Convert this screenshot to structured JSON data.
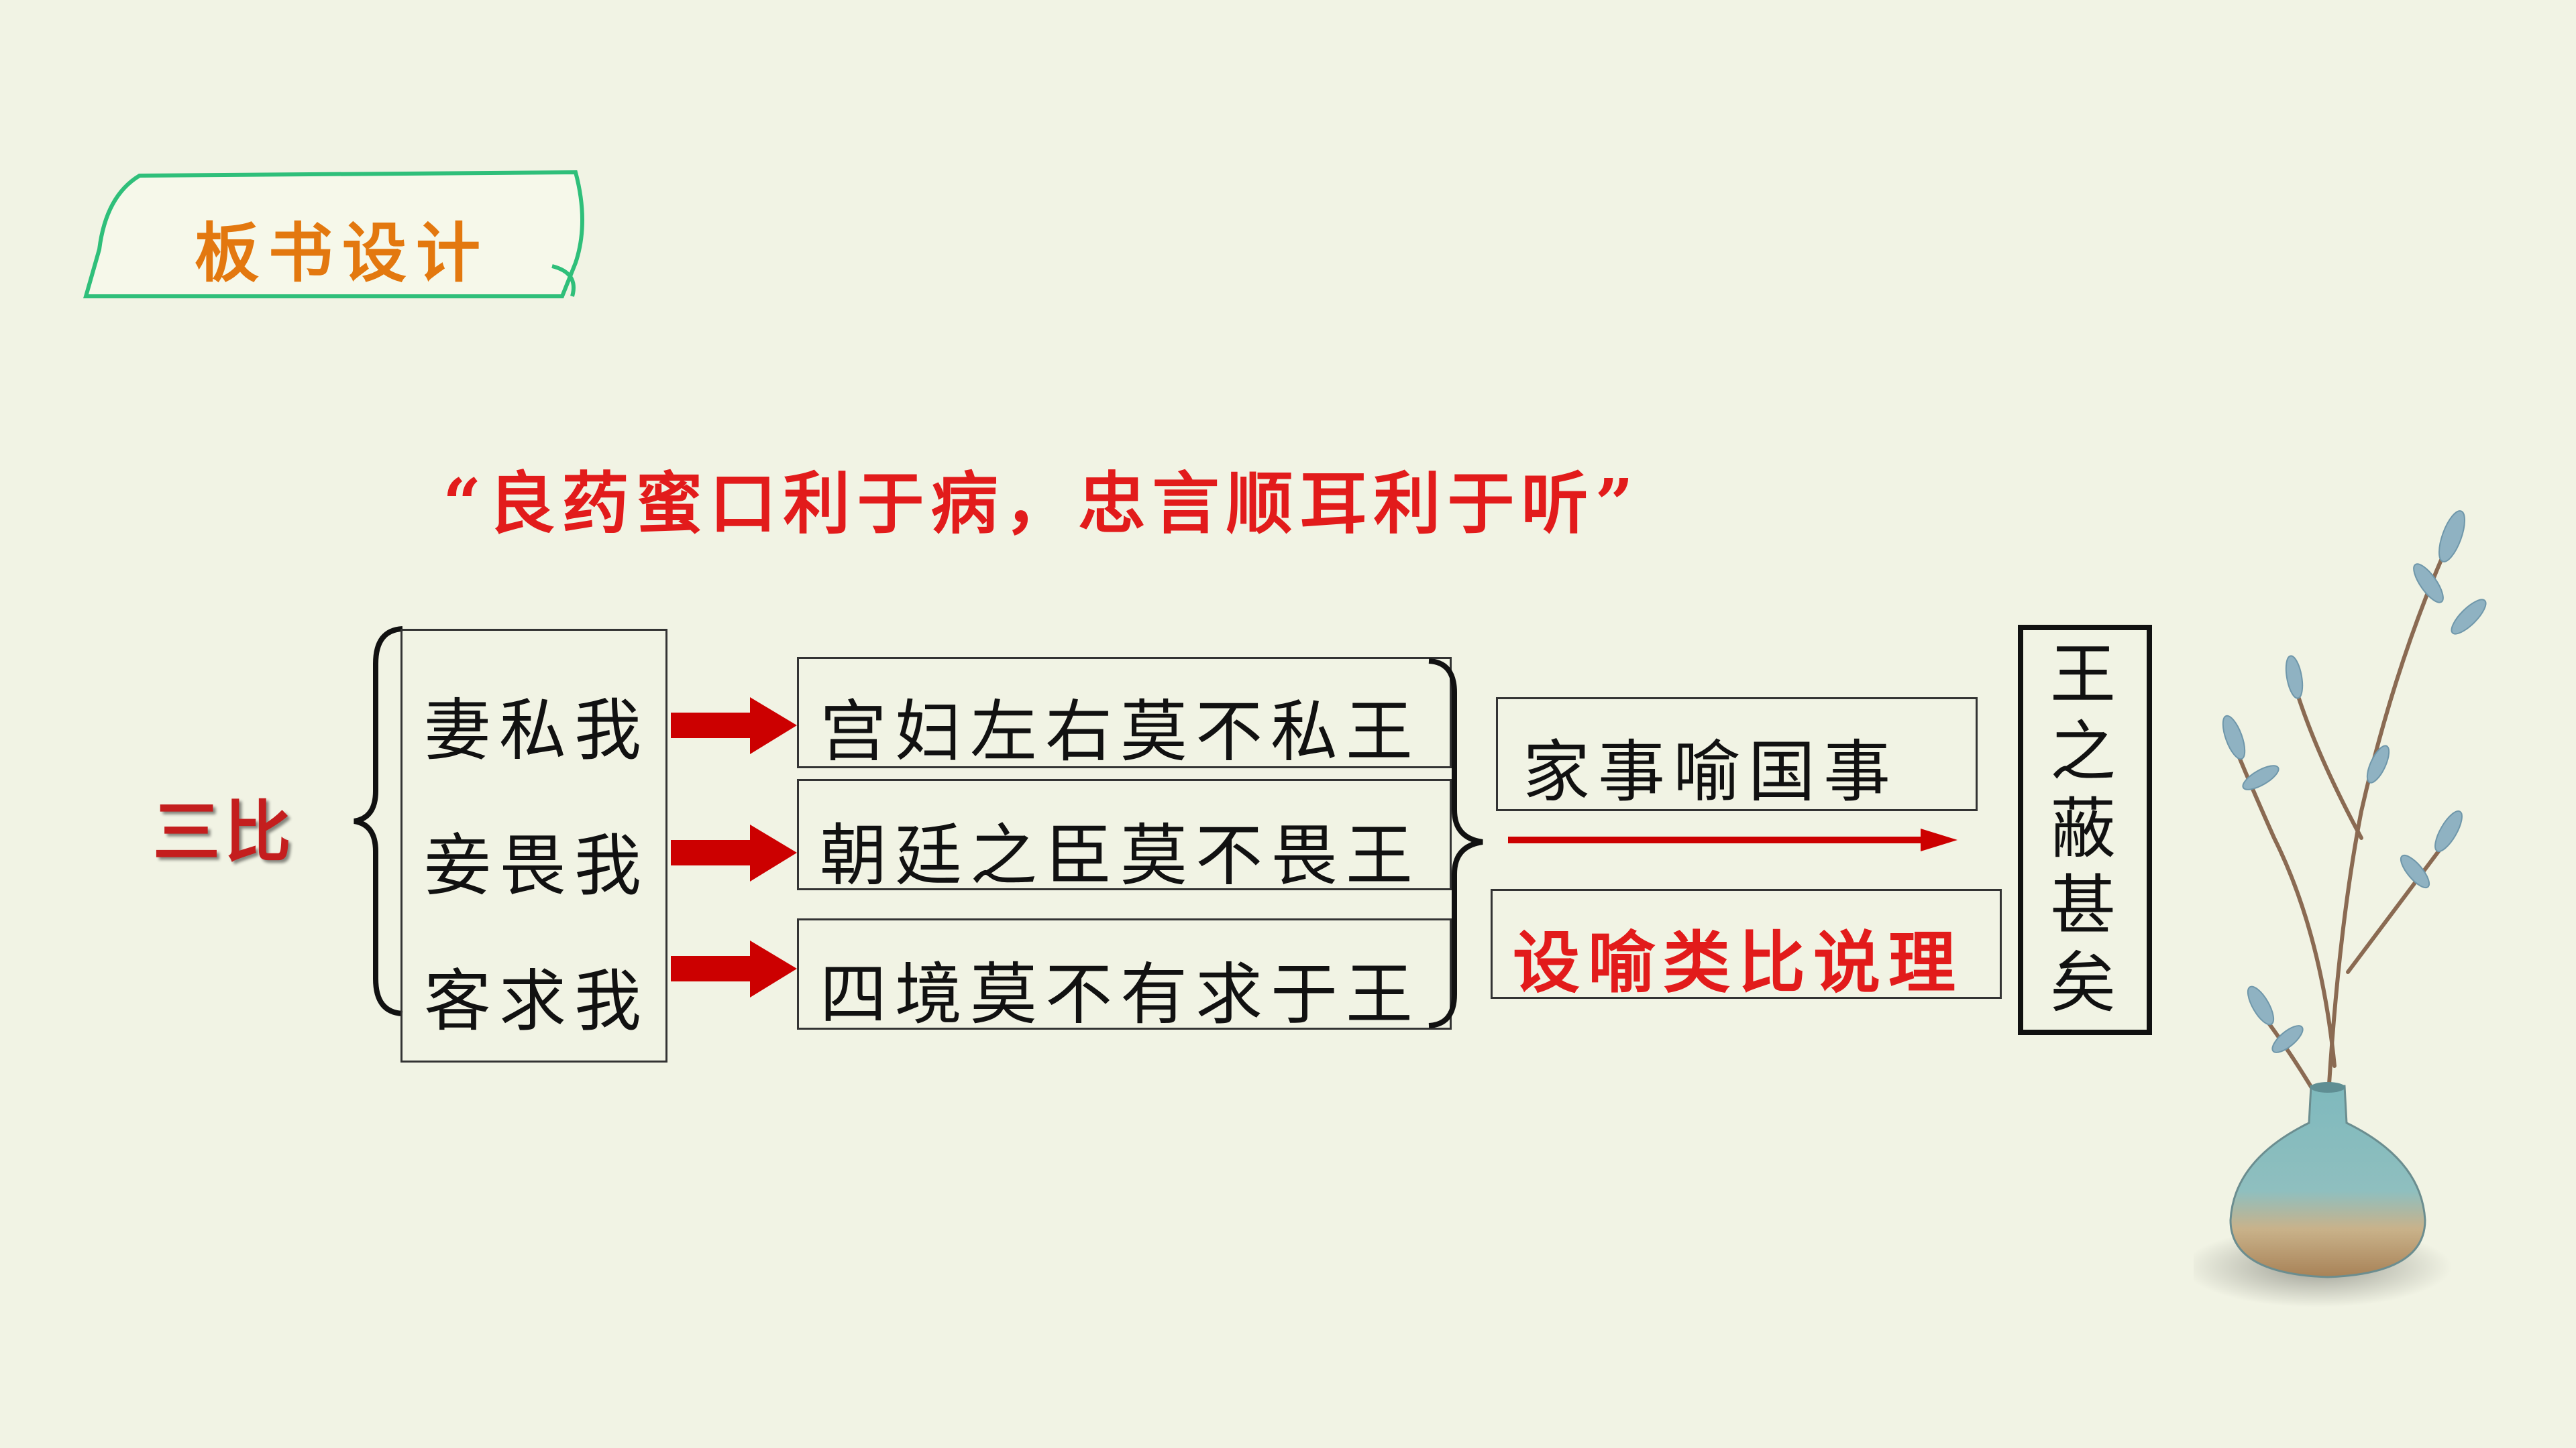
{
  "title": "板书设计",
  "quote": "“良药蜜口利于病，忠言顺耳利于听”",
  "category": "三比",
  "left_items": [
    "妻私我",
    "妾畏我",
    "客求我"
  ],
  "middle_items": [
    "宫妇左右莫不私王",
    "朝廷之臣莫不畏王",
    "四境莫不有求于王"
  ],
  "analogy_top": "家事喻国事",
  "analogy_bottom": "设喻类比说理",
  "result": [
    "王",
    "之",
    "蔽",
    "甚",
    "矣"
  ],
  "colors": {
    "background": "#f1f3e4",
    "tab_fill": "#f3f6e7",
    "tab_border": "#2fbf7a",
    "title": "#e3780f",
    "red": "#e21b1b",
    "arrow": "#cc0000"
  },
  "icons": {
    "decoration": "vase-with-branches-icon"
  }
}
